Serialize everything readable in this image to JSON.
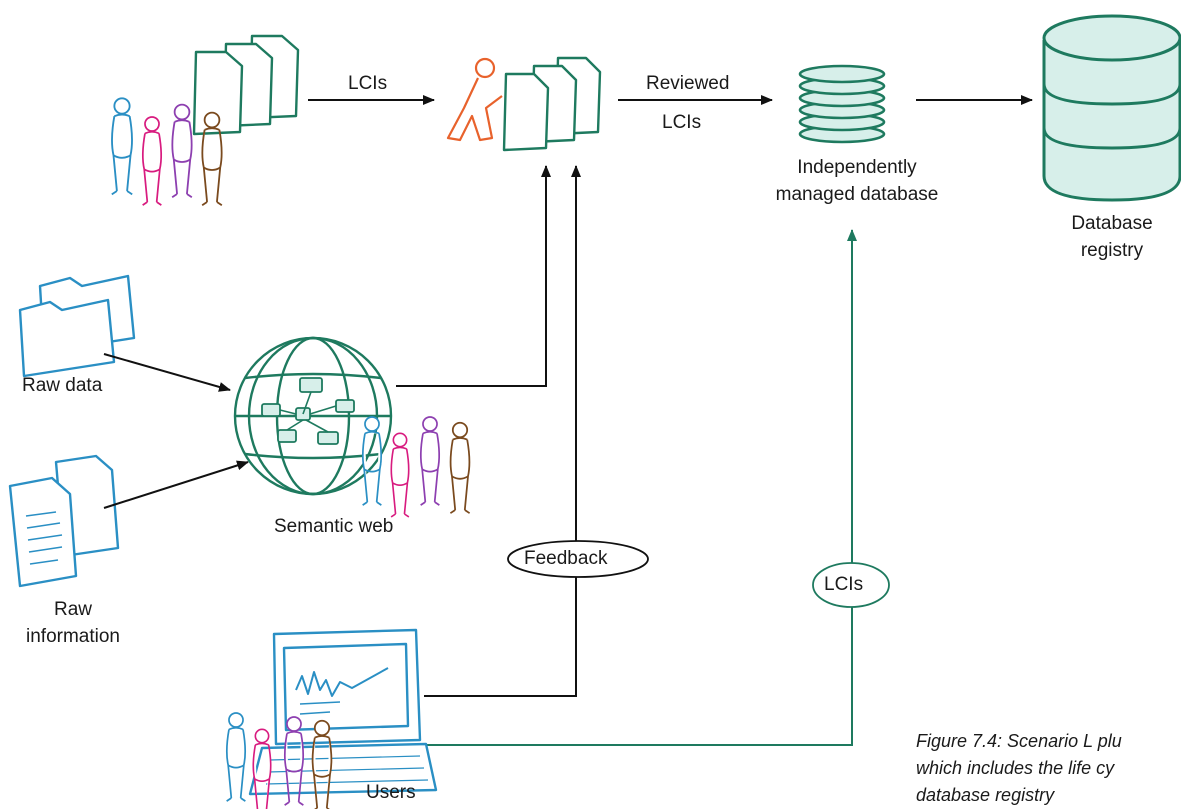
{
  "labels": {
    "lcis_top": "LCIs",
    "reviewed_line1": "Reviewed",
    "reviewed_line2": "LCIs",
    "independent_db_line1": "Independently",
    "independent_db_line2": "managed database",
    "registry_line1": "Database",
    "registry_line2": "registry",
    "raw_data": "Raw data",
    "raw_info_line1": "Raw",
    "raw_info_line2": "information",
    "semantic_web": "Semantic web",
    "feedback": "Feedback",
    "lcis_bottom": "LCIs",
    "users": "Users"
  },
  "caption": {
    "line1": "Figure 7.4: Scenario L plu",
    "line2": "which includes the life cy",
    "line3": "database registry"
  },
  "colors": {
    "teal": "#1e7a5f",
    "teal_fill": "#d7efea",
    "blue": "#2a8fc4",
    "magenta": "#d81b7f",
    "purple": "#8d3fb0",
    "brown": "#7a4a1e",
    "orange": "#e8622c",
    "arrow": "#111111"
  },
  "icons": [
    "documents-icon",
    "people-group-icon",
    "person-pushing-icon",
    "database-stack-icon",
    "database-registry-icon",
    "folder-icon",
    "document-icon",
    "globe-network-icon",
    "computer-monitor-icon"
  ]
}
